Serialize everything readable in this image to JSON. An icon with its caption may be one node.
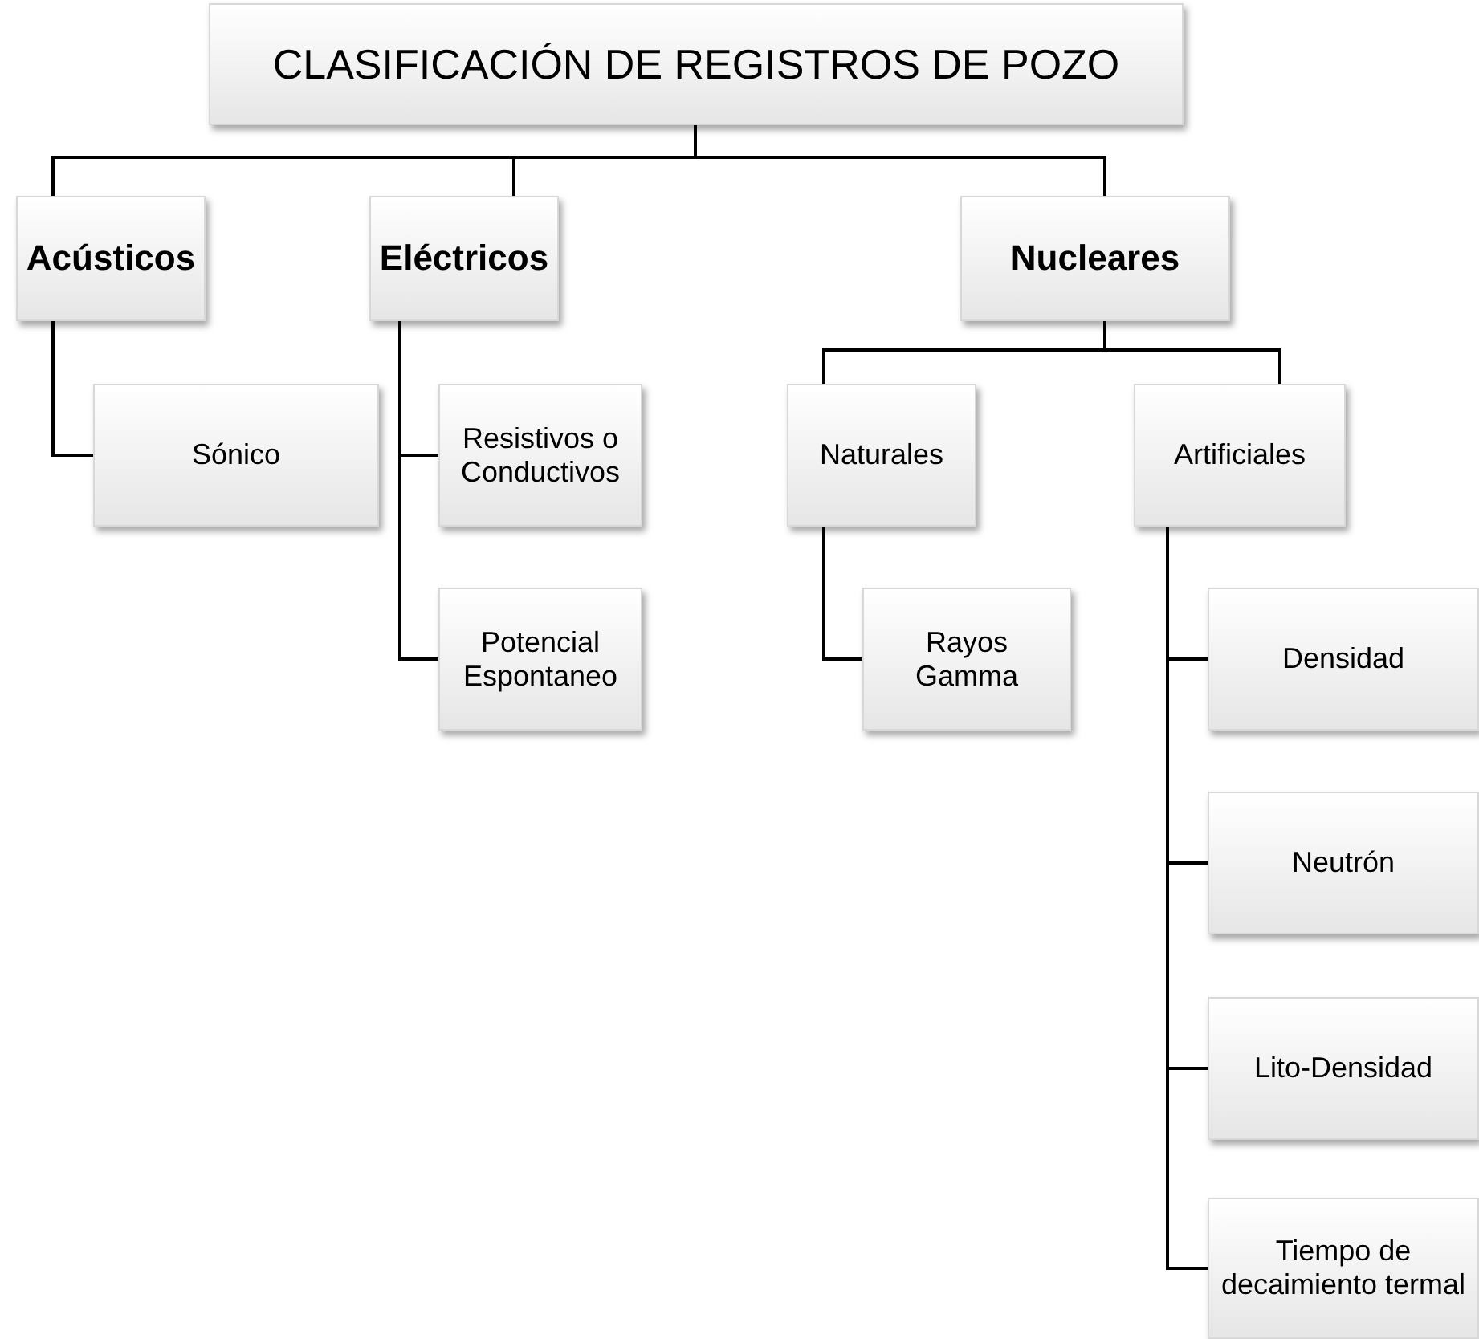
{
  "diagram": {
    "nodes": [
      {
        "text": [
          "CLASIFICACIÓN DE REGISTROS DE POZO"
        ]
      },
      {
        "text": [
          "Acústicos"
        ]
      },
      {
        "text": [
          "Eléctricos"
        ]
      },
      {
        "text": [
          "Nucleares"
        ]
      },
      {
        "text": [
          "Sónico"
        ]
      },
      {
        "text": [
          "Resistivos o Conductivos"
        ]
      },
      {
        "text": [
          "Potencial Espontaneo"
        ]
      },
      {
        "text": [
          "Naturales"
        ]
      },
      {
        "text": [
          "Artificiales"
        ]
      },
      {
        "text": [
          "Rayos Gamma"
        ]
      },
      {
        "text": [
          "Densidad"
        ]
      },
      {
        "text": [
          "Neutrón"
        ]
      },
      {
        "text": [
          "Lito-Densidad"
        ]
      },
      {
        "text": [
          "Tiempo de decaimiento termal"
        ]
      }
    ],
    "edges": [
      {
        "from": 0,
        "to": 1,
        "arrow": "none"
      },
      {
        "from": 0,
        "to": 2,
        "arrow": "none"
      },
      {
        "from": 0,
        "to": 3,
        "arrow": "none"
      },
      {
        "from": 1,
        "to": 4,
        "arrow": "none"
      },
      {
        "from": 2,
        "to": 5,
        "arrow": "none"
      },
      {
        "from": 2,
        "to": 6,
        "arrow": "none"
      },
      {
        "from": 3,
        "to": 7,
        "arrow": "none"
      },
      {
        "from": 3,
        "to": 8,
        "arrow": "none"
      },
      {
        "from": 7,
        "to": 9,
        "arrow": "none"
      },
      {
        "from": 8,
        "to": 10,
        "arrow": "none"
      },
      {
        "from": 8,
        "to": 11,
        "arrow": "none"
      },
      {
        "from": 8,
        "to": 12,
        "arrow": "none"
      },
      {
        "from": 8,
        "to": 13,
        "arrow": "none"
      }
    ]
  }
}
